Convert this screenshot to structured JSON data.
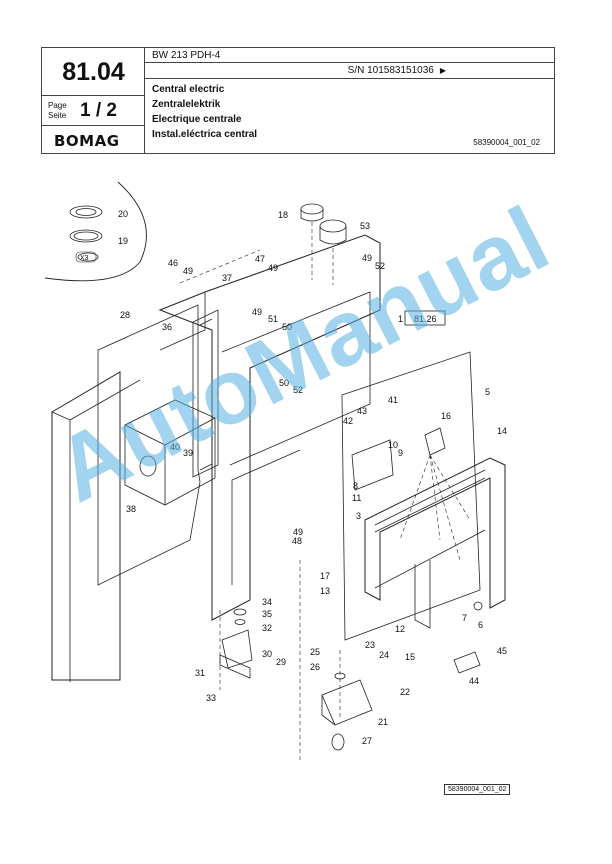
{
  "header": {
    "section": "81.04",
    "model": "BW 213 PDH-4",
    "serial": "S/N 101583151036",
    "page_label_1": "Page",
    "page_label_2": "Seite",
    "page": "1 / 2",
    "brand": "BOMAG",
    "titles": [
      "Central electric",
      "Zentralelektrik",
      "Electrique centrale",
      "Instal.eléctrica central"
    ],
    "doc_number": "58390004_001_02"
  },
  "drawing": {
    "reference_box": "81.26",
    "multiplier": "X3",
    "callouts": [
      "1",
      "3",
      "5",
      "6",
      "7",
      "8",
      "9",
      "10",
      "11",
      "12",
      "13",
      "14",
      "15",
      "16",
      "17",
      "18",
      "19",
      "20",
      "21",
      "22",
      "23",
      "24",
      "25",
      "26",
      "27",
      "28",
      "29",
      "30",
      "31",
      "32",
      "33",
      "34",
      "35",
      "36",
      "37",
      "38",
      "39",
      "40",
      "41",
      "42",
      "43",
      "44",
      "45",
      "46",
      "47",
      "48",
      "49",
      "50",
      "51",
      "52",
      "53"
    ],
    "footer_ref": "58390004_001_02"
  },
  "watermark": "AutoManual"
}
